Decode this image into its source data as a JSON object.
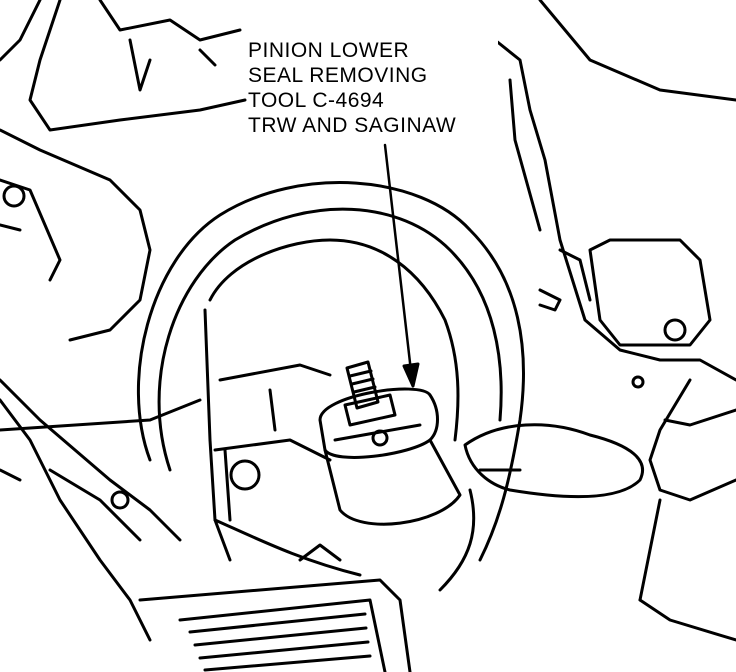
{
  "callout": {
    "lines": [
      "PINION LOWER",
      "SEAL REMOVING",
      "TOOL C-4694",
      "TRW AND SAGINAW"
    ]
  }
}
